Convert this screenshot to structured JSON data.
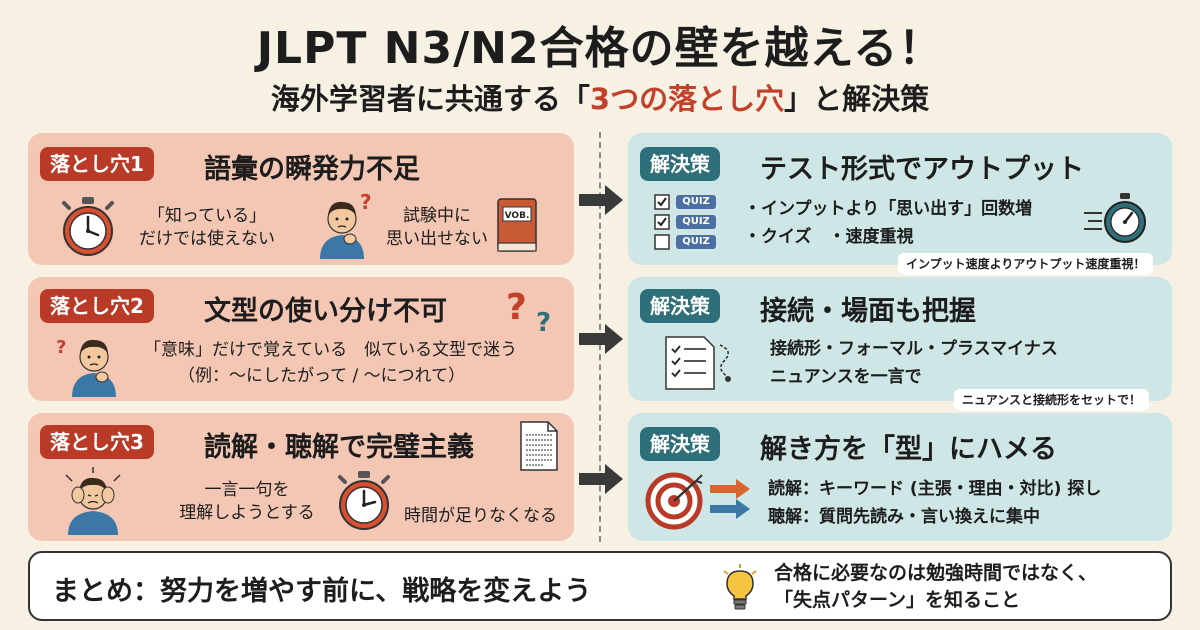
{
  "header": {
    "title": "JLPT N3/N2合格の壁を越える！",
    "subtitle_pre": "海外学習者に共通する「",
    "subtitle_hl": "3つの落とし穴",
    "subtitle_post": "」と解決策"
  },
  "pitfalls": [
    {
      "tag": "落とし穴1",
      "heading": "語彙の瞬発力不足",
      "text_a": [
        "「知っている」",
        "だけでは使えない"
      ],
      "text_b": [
        "試験中に",
        "思い出せない"
      ],
      "book_label": "VOB."
    },
    {
      "tag": "落とし穴2",
      "heading": "文型の使い分け不可",
      "line1": "「意味」だけで覚えている　似ている文型で迷う",
      "line2": "（例：～にしたがって / ～につれて）"
    },
    {
      "tag": "落とし穴3",
      "heading": "読解・聴解で完璧主義",
      "text_a": [
        "一言一句を",
        "理解しようとする"
      ],
      "text_b": "時間が足りなくなる"
    }
  ],
  "solutions": [
    {
      "tag": "解決策",
      "heading": "テスト形式でアウトプット",
      "quiz_label": "QUIZ",
      "bullets": [
        "・インプットより「思い出す」回数増",
        "・クイズ　・速度重視"
      ],
      "note": "インプット速度よりアウトプット速度重視！"
    },
    {
      "tag": "解決策",
      "heading": "接続・場面も把握",
      "lines": [
        "接続形・フォーマル・プラスマイナス",
        "ニュアンスを一言で"
      ],
      "note": "ニュアンスと接続形をセットで！"
    },
    {
      "tag": "解決策",
      "heading": "解き方を「型」にハメる",
      "lines": [
        "読解：キーワード (主張・理由・対比) 探し",
        "聴解：質問先読み・言い換えに集中"
      ]
    }
  ],
  "summary": {
    "main": "まとめ：努力を増やす前に、戦略を変えよう",
    "side": [
      "合格に必要なのは勉強時間ではなく、",
      "「失点パターン」を知ること"
    ]
  },
  "colors": {
    "pitfall_bg": "#f3c7b3",
    "pitfall_tag": "#b83a27",
    "solution_bg": "#cfe6e7",
    "solution_tag": "#2f6f79",
    "highlight": "#c2412b",
    "page_bg": "#f7f1e4"
  },
  "icons": [
    "stopwatch-icon",
    "confused-person-icon",
    "book-icon",
    "question-marks-icon",
    "stressed-person-icon",
    "document-icon",
    "quiz-checklist-icon",
    "speed-stopwatch-icon",
    "checklist-icon",
    "target-icon",
    "lightbulb-icon",
    "arrow-right-icon"
  ]
}
